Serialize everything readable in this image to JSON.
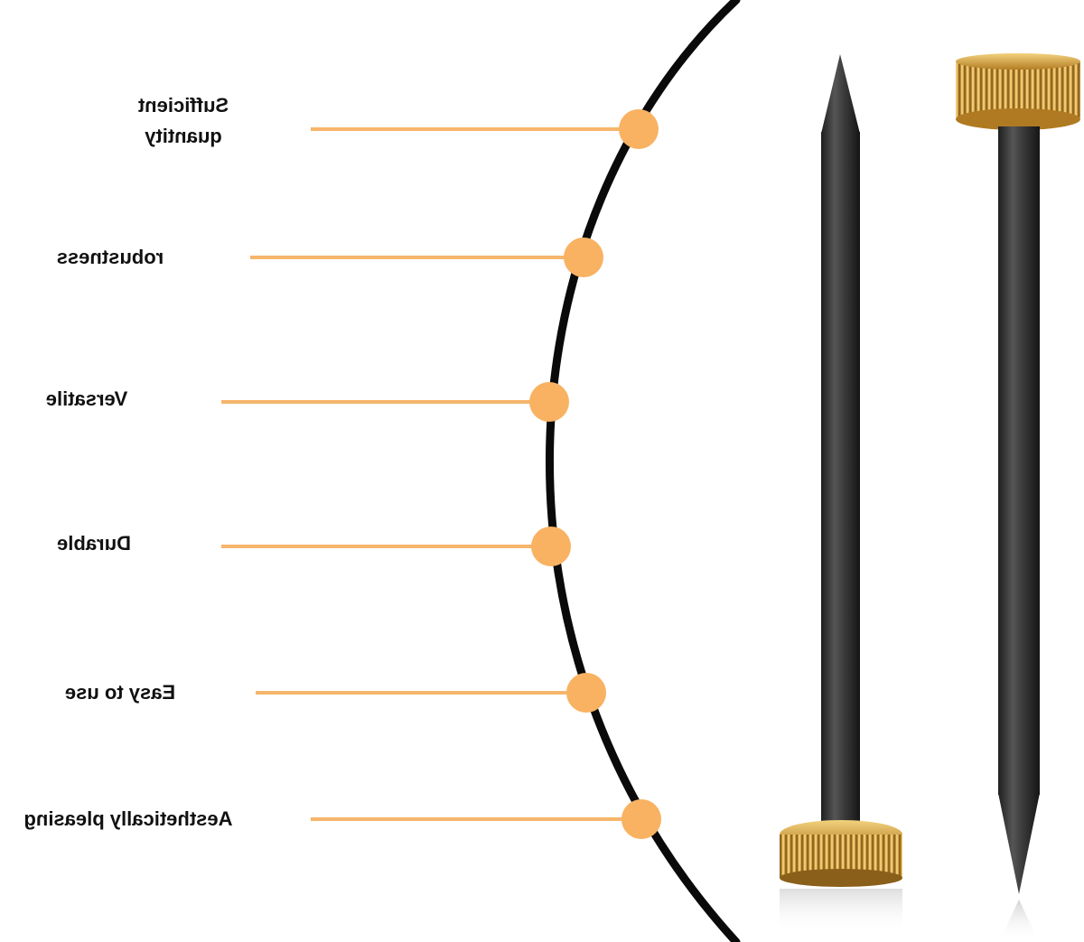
{
  "features": [
    {
      "lines": [
        "Sufficient",
        "quantity"
      ]
    },
    {
      "lines": [
        "robustness"
      ]
    },
    {
      "lines": [
        "Versatile"
      ]
    },
    {
      "lines": [
        "Durable"
      ]
    },
    {
      "lines": [
        "Easy to use"
      ]
    },
    {
      "lines": [
        "Aesthetically pleasing"
      ]
    }
  ],
  "colors": {
    "background": "#ffffff",
    "arc": "#0a0a0a",
    "connector": "#f6b56b",
    "dot": "#f8b262",
    "label": "#111111",
    "pin_shaft": "#3b3b3b",
    "pin_head": "#c9972e"
  },
  "pins": [
    {
      "name": "pin-left",
      "head": "bottom"
    },
    {
      "name": "pin-right",
      "head": "top"
    }
  ]
}
